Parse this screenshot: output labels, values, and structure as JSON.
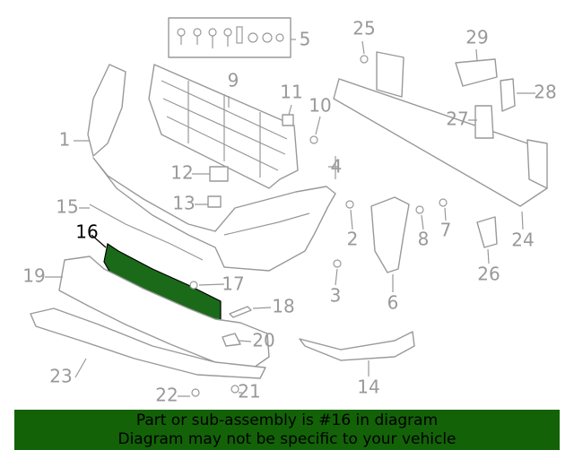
{
  "labels": {
    "l1": "1",
    "l2": "2",
    "l3": "3",
    "l4": "4",
    "l5": "5",
    "l6": "6",
    "l7": "7",
    "l8": "8",
    "l9": "9",
    "l10": "10",
    "l11": "11",
    "l12": "12",
    "l13": "13",
    "l14": "14",
    "l15": "15",
    "l16": "16",
    "l17": "17",
    "l18": "18",
    "l19": "19",
    "l20": "20",
    "l21": "21",
    "l22": "22",
    "l23": "23",
    "l24": "24",
    "l25": "25",
    "l26": "26",
    "l27": "27",
    "l28": "28",
    "l29": "29"
  },
  "highlighted_part": "16",
  "colors": {
    "highlight": "#1a6a1a",
    "banner": "#136208",
    "line": "#999999"
  },
  "banner": {
    "line1": "Part or sub-assembly is #16 in diagram",
    "line2": "Diagram may not be specific to your vehicle"
  }
}
